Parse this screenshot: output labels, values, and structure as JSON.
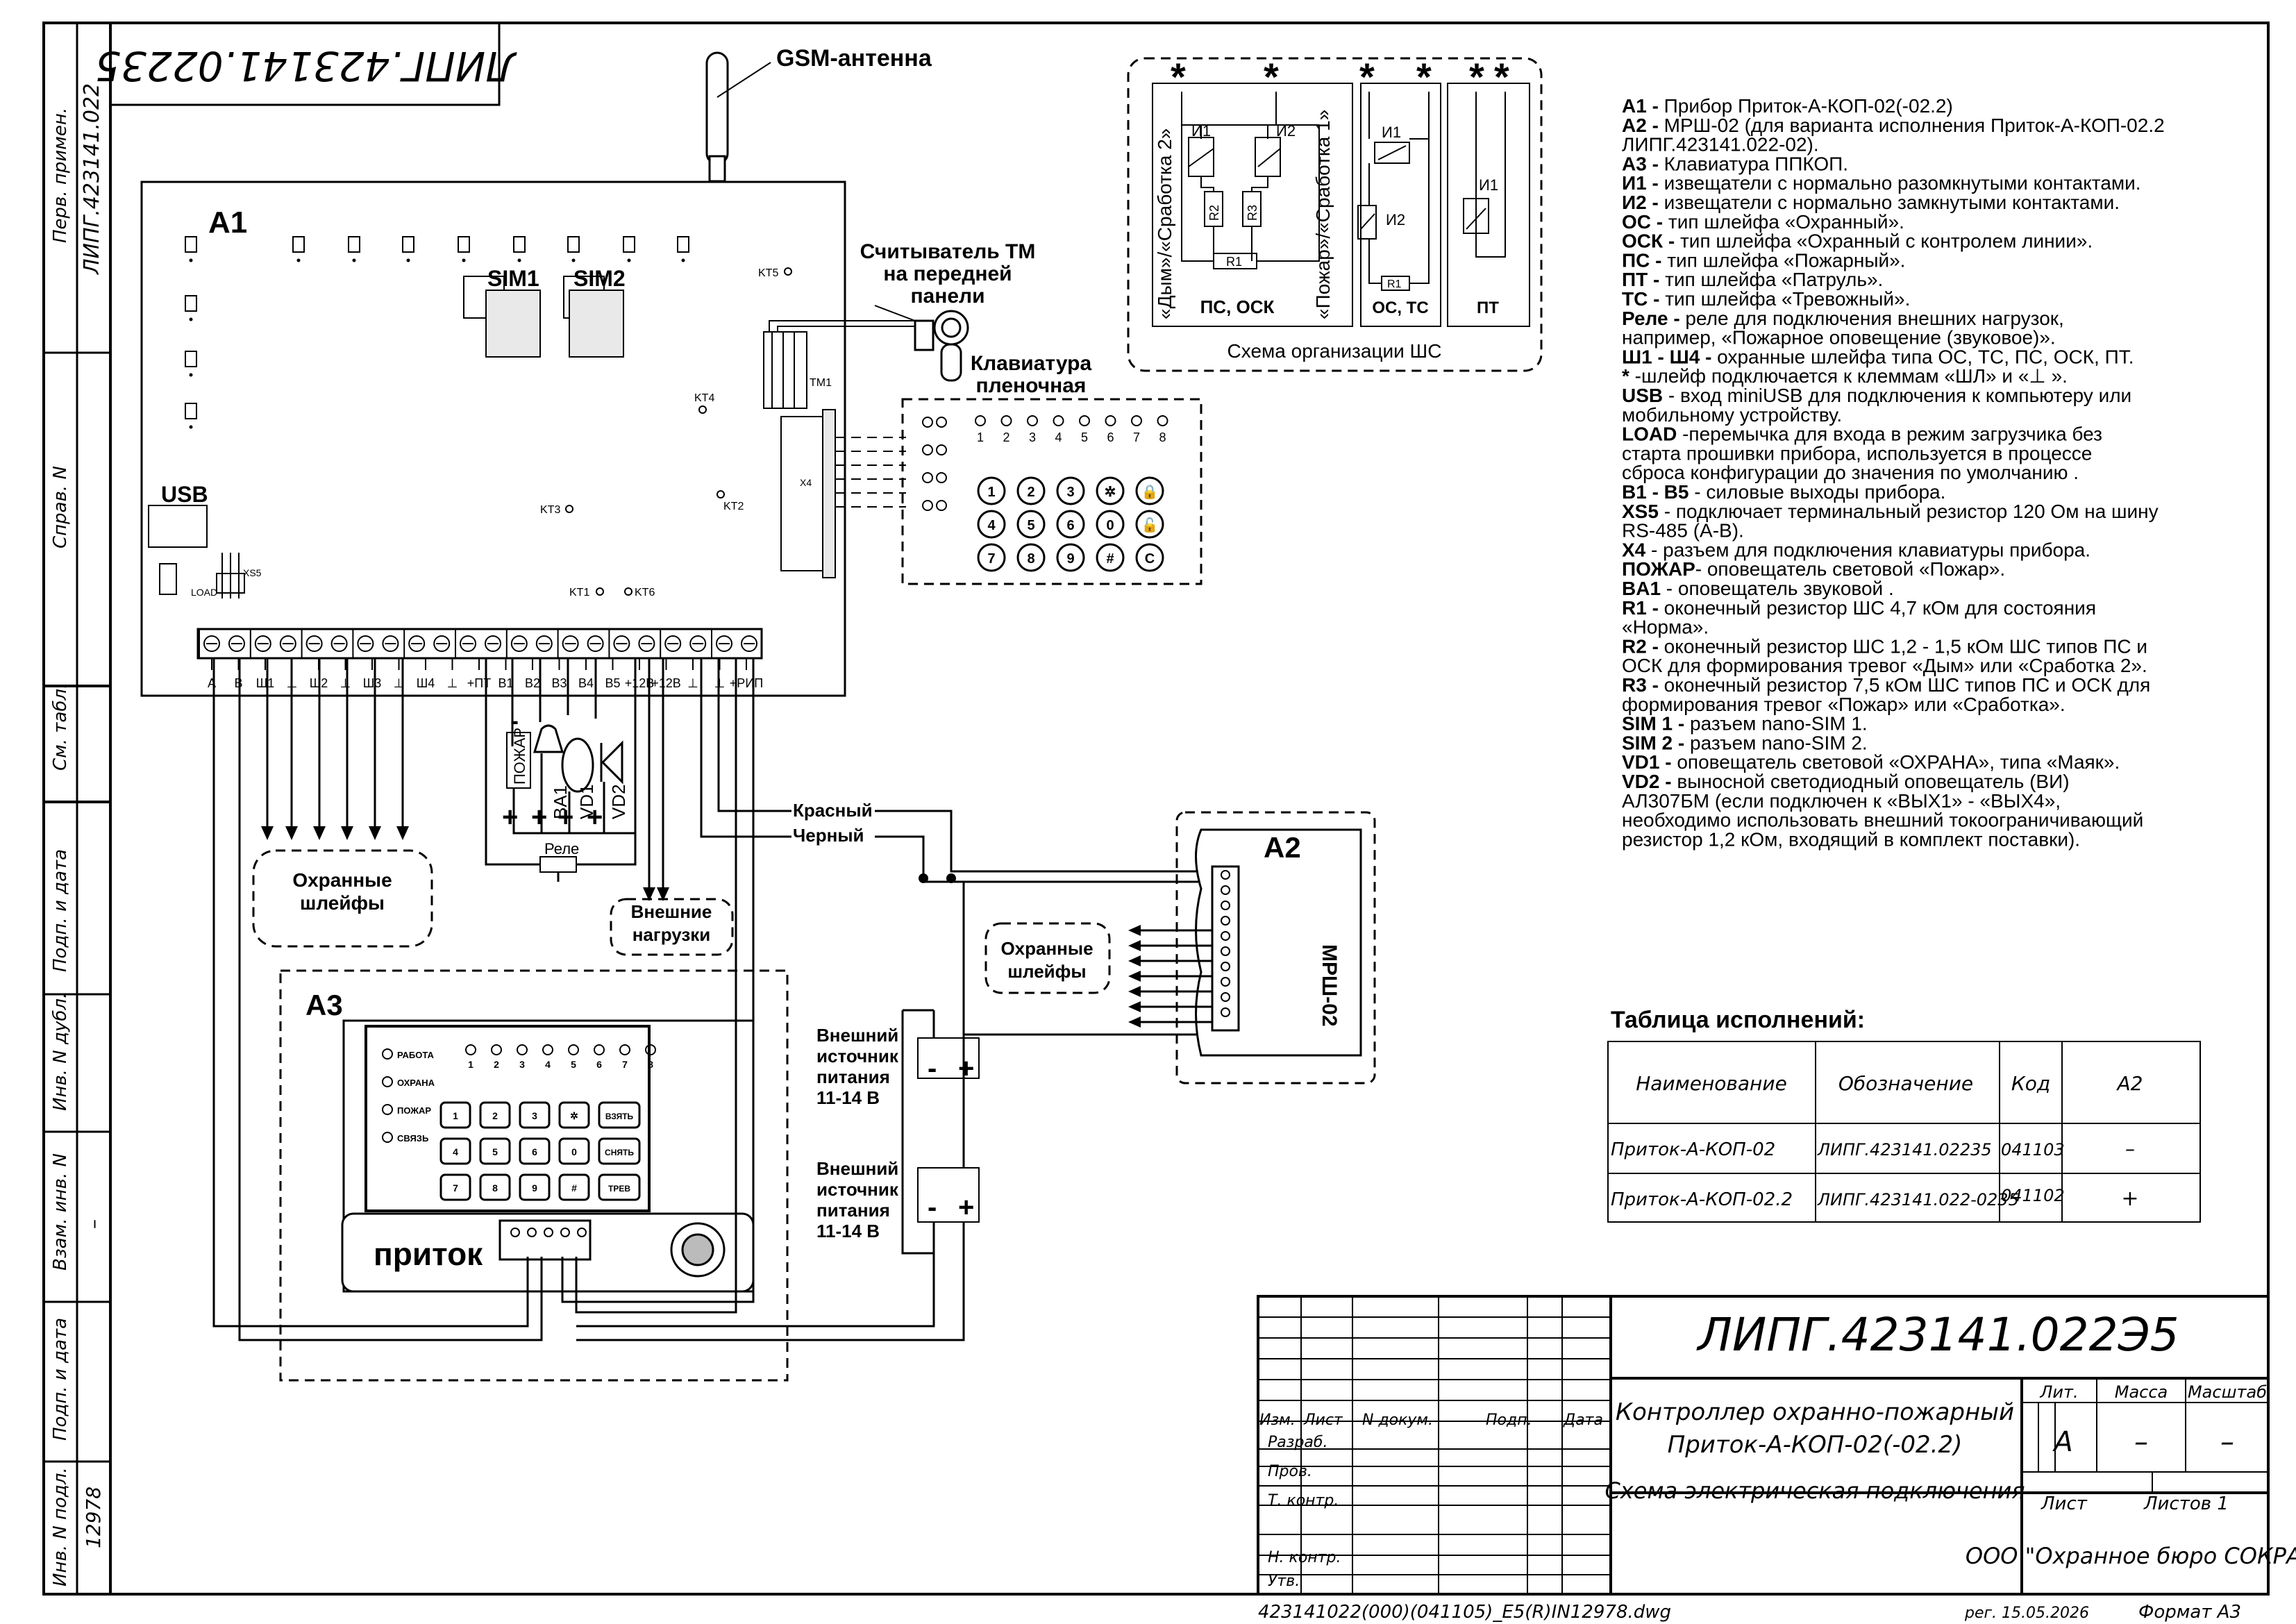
{
  "frame": {
    "top_stamp": "ЛИПГ.423141.02235",
    "side_fields": [
      "Перв. примен.",
      "ЛИПГ.423141.022",
      "Справ. N",
      "См. табл.",
      "Подп. и дата",
      "Инв. N дубл.",
      "Взам. инв. N",
      "Подп. и дата",
      "Инв. N подл."
    ],
    "side_dash": "–",
    "side_inv": "12978"
  },
  "a1": {
    "label": "A1",
    "antenna": "GSM-антенна",
    "tm_reader": [
      "Считыватель ТМ",
      "на передней",
      "панели"
    ],
    "keypad_title": [
      "Клавиатура",
      "пленочная"
    ],
    "sim1": "SIM1",
    "sim2": "SIM2",
    "usb": "USB",
    "load": "LOAD",
    "xs5": "XS5",
    "tm1": "TM1",
    "x4": "X4",
    "kt": [
      "KT5",
      "KT4",
      "KT3",
      "KT2",
      "KT1",
      "KT6"
    ],
    "terminals": [
      "A",
      "B",
      "Ш1",
      "⊥",
      "Ш2",
      "⊥",
      "Ш3",
      "⊥",
      "Ш4",
      "⊥",
      "+ПТ",
      "B1",
      "B2",
      "B3",
      "B4",
      "B5",
      "+12В",
      "+12В",
      "⊥",
      "⊥",
      "+РИП"
    ],
    "keypad_leds": [
      "1",
      "2",
      "3",
      "4",
      "5",
      "6",
      "7",
      "8"
    ],
    "keypad_keys": [
      "1",
      "2",
      "3",
      "✲",
      "🔒",
      "4",
      "5",
      "6",
      "0",
      "🔓",
      "7",
      "8",
      "9",
      "#",
      "C"
    ]
  },
  "wiring": {
    "pozhar": "ПОЖАР",
    "ba1": "BA1",
    "vd1": "VD1",
    "vd2": "VD2",
    "relay": "Реле",
    "red": "Красный",
    "black": "Черный",
    "loops_left": [
      "Охранные",
      "шлейфы"
    ],
    "ext_loads": [
      "Внешние",
      "нагрузки"
    ],
    "loops_right": [
      "Охранные",
      "шлейфы"
    ],
    "psu1": [
      "Внешний",
      "источник",
      "питания",
      "11-14 В"
    ],
    "psu2": [
      "Внешний",
      "источник",
      "питания",
      "11-14 В"
    ],
    "plus": "+",
    "minus": "-"
  },
  "a2": {
    "label": "A2",
    "device": "МРШ-02"
  },
  "a3": {
    "label": "A3",
    "leds": [
      "РАБОТА",
      "ОХРАНА",
      "ПОЖАР",
      "СВЯЗЬ"
    ],
    "nums": [
      "1",
      "2",
      "3",
      "4",
      "5",
      "6",
      "7",
      "8"
    ],
    "keys": [
      "1",
      "2",
      "3",
      "✲",
      "ВЗЯТЬ",
      "4",
      "5",
      "6",
      "0",
      "СНЯТЬ",
      "7",
      "8",
      "9",
      "#",
      "ТРЕВ"
    ],
    "logo": "приток"
  },
  "ws": {
    "caption": "Схема организации ШС",
    "ps_osk": "ПС, ОСК",
    "os_ts": "ОС, ТС",
    "pt": "ПТ",
    "vert_left": "«Дым»/«Сработка 2»",
    "vert_right": "«Пожар»/«Сработка 1»",
    "i1": "И1",
    "i2": "И2",
    "r1": "R1",
    "r2": "R2",
    "r3": "R3",
    "star": "*"
  },
  "legend": [
    {
      "k": "A1 -",
      "v": " Прибор Приток-А-КОП-02(-02.2)"
    },
    {
      "k": "A2 -",
      "v": " МРШ-02 (для варианта исполнения Приток-А-КОП-02.2"
    },
    {
      "k": "",
      "v": "ЛИПГ.423141.022-02)."
    },
    {
      "k": "A3 -",
      "v": " Клавиатура ППКОП."
    },
    {
      "k": "И1 -",
      "v": " извещатели с нормально разомкнутыми контактами."
    },
    {
      "k": "И2 -",
      "v": " извещатели с нормально замкнутыми контактами."
    },
    {
      "k": "ОС -",
      "v": " тип шлейфа «Охранный»."
    },
    {
      "k": "ОСК -",
      "v": " тип шлейфа «Охранный с контролем линии»."
    },
    {
      "k": "ПС -",
      "v": " тип шлейфа «Пожарный»."
    },
    {
      "k": "ПТ -",
      "v": " тип шлейфа «Патруль»."
    },
    {
      "k": "ТС -",
      "v": " тип шлейфа «Тревожный»."
    },
    {
      "k": "Реле -",
      "v": " реле для подключения внешних нагрузок,"
    },
    {
      "k": "",
      "v": "например, «Пожарное оповещение (звуковое)»."
    },
    {
      "k": "Ш1 - Ш4 -",
      "v": " охранные шлейфа типа ОС, ТС, ПС, ОСК, ПТ."
    },
    {
      "k": "*",
      "v": " -шлейф подключается к клеммам «ШЛ» и «⊥ »."
    },
    {
      "k": "USB",
      "v": " - вход miniUSB для подключения к компьютеру или"
    },
    {
      "k": "",
      "v": "мобильному устройству."
    },
    {
      "k": "LOAD",
      "v": " -перемычка для входа в режим загрузчика без"
    },
    {
      "k": "",
      "v": "старта прошивки прибора, используется в процессе"
    },
    {
      "k": "",
      "v": "сброса конфигурации до значения по умолчанию ."
    },
    {
      "k": "B1 - B5",
      "v": " - силовые выходы прибора."
    },
    {
      "k": "XS5",
      "v": " - подключает терминальный резистор 120 Ом на шину"
    },
    {
      "k": "",
      "v": "RS-485 (А-В)."
    },
    {
      "k": "X4",
      "v": " - разъем для подключения клавиатуры прибора."
    },
    {
      "k": "ПОЖАР",
      "v": "- оповещатель световой «Пожар»."
    },
    {
      "k": "BA1",
      "v": " - оповещатель звуковой ."
    },
    {
      "k": "R1 -",
      "v": " оконечный резистор ШС 4,7 кОм для состояния"
    },
    {
      "k": "",
      "v": "«Норма»."
    },
    {
      "k": "R2 -",
      "v": " оконечный резистор ШС 1,2 - 1,5 кОм ШС типов ПС и"
    },
    {
      "k": "",
      "v": "ОСК для формирования тревог «Дым» или «Сработка 2»."
    },
    {
      "k": "R3 -",
      "v": " оконечный резистор 7,5 кОм ШС типов ПС и ОСК для"
    },
    {
      "k": "",
      "v": "формирования тревог «Пожар» или «Сработка»."
    },
    {
      "k": "SIM 1 -",
      "v": " разъем nano-SIM 1."
    },
    {
      "k": "SIM 2 -",
      "v": " разъем nano-SIM 2."
    },
    {
      "k": "VD1 -",
      "v": " оповещатель световой «ОХРАНА», типа «Маяк»."
    },
    {
      "k": "VD2 -",
      "v": " выносной светодиодный оповещатель (ВИ)"
    },
    {
      "k": "",
      "v": "АЛ307БМ (если подключен к «ВЫХ1» - «ВЫХ4»,"
    },
    {
      "k": "",
      "v": "необходимо использовать внешний токоограничивающий"
    },
    {
      "k": "",
      "v": "резистор 1,2 кОм, входящий в комплект поставки)."
    }
  ],
  "variants": {
    "title": "Таблица исполнений:",
    "headers": [
      "Наименование",
      "Обозначение",
      "Код",
      "A2"
    ],
    "rows": [
      [
        "Приток-А-КОП-02",
        "ЛИПГ.423141.02235",
        "041103",
        "–"
      ],
      [
        "Приток-А-КОП-02.2",
        "ЛИПГ.423141.022-0235",
        "041102",
        "+"
      ]
    ]
  },
  "stamp": {
    "designation": "ЛИПГ.423141.022Э5",
    "title": [
      "Контроллер охранно-пожарный",
      "Приток-А-КОП-02(-02.2)"
    ],
    "doc_type": "Схема электрическая подключения",
    "col_heads": [
      "Изм.",
      "Лист",
      "N докум.",
      "Подп.",
      "Дата"
    ],
    "rows": [
      "Разраб.",
      "Пров.",
      "Т. контр.",
      "",
      "Н. контр.",
      "Утв."
    ],
    "lit": "Лит.",
    "mass": "Масса",
    "scale": "Масштаб",
    "lit_val": "А",
    "mass_val": "–",
    "scale_val": "–",
    "sheet": "Лист",
    "sheets": "Листов  1",
    "org": "ООО \"Охранное бюро СОКРАТ\""
  },
  "footer": {
    "file": "423141022(000)(041105)_E5(R)IN12978.dwg",
    "reg": "рег.  15.05.2026",
    "format": "Формат  А3"
  }
}
